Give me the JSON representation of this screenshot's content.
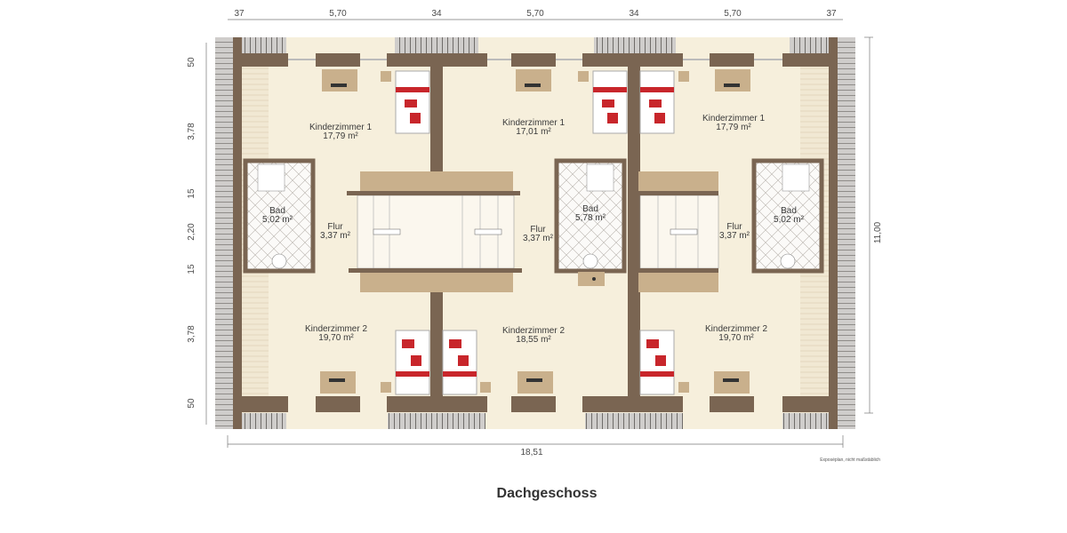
{
  "title": "Dachgeschoss",
  "note": "Exposéplan, nicht maßstäblich",
  "colors": {
    "wall": "#7a6552",
    "floor": "#f6efdc",
    "roof": "#c8c6c4",
    "accent_red": "#c8262b",
    "stair": "#c9b08c"
  },
  "dimensions": {
    "top": [
      "37",
      "5,70",
      "34",
      "5,70",
      "34",
      "5,70",
      "37"
    ],
    "left": [
      "50",
      "3,78",
      "15",
      "2,20",
      "15",
      "3,78",
      "50"
    ],
    "right": "11,00",
    "bottom": "18,51"
  },
  "rooms": {
    "top": [
      {
        "name": "Kinderzimmer 1",
        "area": "17,79 m²"
      },
      {
        "name": "Kinderzimmer 1",
        "area": "17,01 m²"
      },
      {
        "name": "Kinderzimmer 1",
        "area": "17,79 m²"
      }
    ],
    "middle": [
      {
        "name": "Bad",
        "area": "5,02 m²"
      },
      {
        "name": "Flur",
        "area": "3,37 m²"
      },
      {
        "name": "Flur",
        "area": "3,37 m²"
      },
      {
        "name": "Bad",
        "area": "5,78 m²"
      },
      {
        "name": "Flur",
        "area": "3,37 m²"
      },
      {
        "name": "Bad",
        "area": "5,02 m²"
      }
    ],
    "bottom": [
      {
        "name": "Kinderzimmer 2",
        "area": "19,70 m²"
      },
      {
        "name": "Kinderzimmer 2",
        "area": "18,55 m²"
      },
      {
        "name": "Kinderzimmer 2",
        "area": "19,70 m²"
      }
    ]
  }
}
